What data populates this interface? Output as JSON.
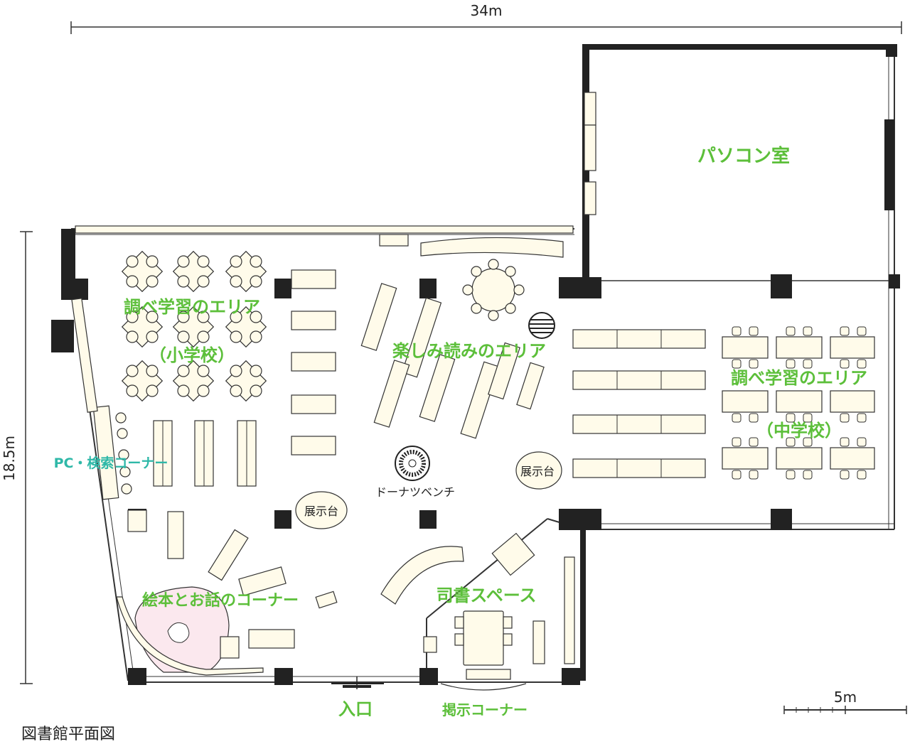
{
  "dimensions": {
    "width": "34m",
    "height": "18.5m",
    "scale": "5m"
  },
  "caption": "図書館平面図",
  "areas": {
    "pc_room": "パソコン室",
    "study_elem": "調べ学習のエリア",
    "study_elem_sub": "（小学校）",
    "reading": "楽しみ読みのエリア",
    "study_mid": "調べ学習のエリア",
    "study_mid_sub": "（中学校）",
    "pc_search": "PC・検索コーナー",
    "picture_book": "絵本とお話のコーナー",
    "librarian": "司書スペース",
    "entrance": "入口",
    "bulletin": "掲示コーナー"
  },
  "furniture": {
    "display1": "展示台",
    "display2": "展示台",
    "donut_bench": "ドーナツベンチ"
  },
  "colors": {
    "green": "#5cbf3a",
    "teal": "#2fb8a8",
    "furniture": "#fffbea",
    "wall": "#222222"
  }
}
